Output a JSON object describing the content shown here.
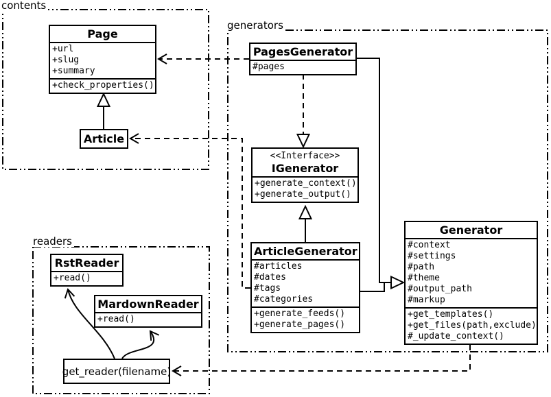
{
  "diagram": {
    "packages": {
      "contents": {
        "label": "contents"
      },
      "generators": {
        "label": "generators"
      },
      "readers": {
        "label": "readers"
      }
    },
    "classes": {
      "page": {
        "title": "Page",
        "attrs": [
          "+url",
          "+slug",
          "+summary"
        ],
        "methods": [
          "+check_properties()"
        ]
      },
      "article": {
        "title": "Article"
      },
      "pages_generator": {
        "title": "PagesGenerator",
        "attrs": [
          "#pages"
        ]
      },
      "igenerator": {
        "stereotype": "<<Interface>>",
        "title": "IGenerator",
        "methods": [
          "+generate_context()",
          "+generate_output()"
        ]
      },
      "article_generator": {
        "title": "ArticleGenerator",
        "attrs": [
          "#articles",
          "#dates",
          "#tags",
          "#categories"
        ],
        "methods": [
          "+generate_feeds()",
          "+generate_pages()"
        ]
      },
      "generator": {
        "title": "Generator",
        "attrs": [
          "#context",
          "#settings",
          "#path",
          "#theme",
          "#output_path",
          "#markup"
        ],
        "methods": [
          "+get_templates()",
          "+get_files(path,exclude)",
          "#_update_context()"
        ]
      },
      "rst_reader": {
        "title": "RstReader",
        "methods": [
          "+read()"
        ]
      },
      "markdown_reader": {
        "title": "MardownReader",
        "methods": [
          "+read()"
        ]
      },
      "get_reader": {
        "label": "get_reader(filename)"
      }
    },
    "colors": {
      "stroke": "#000000",
      "background": "#ffffff"
    }
  }
}
